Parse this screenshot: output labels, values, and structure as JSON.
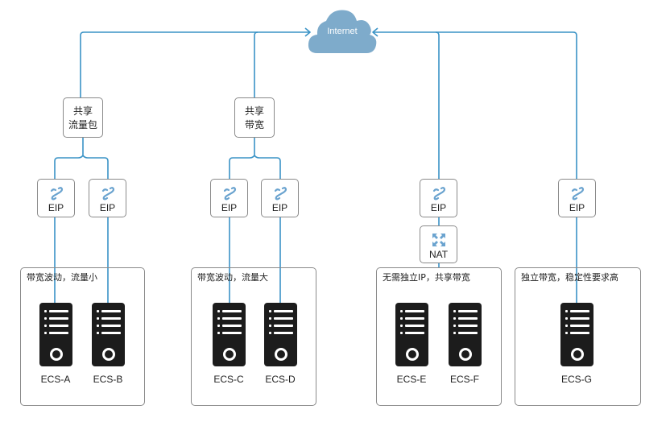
{
  "diagram": {
    "internet": {
      "label": "Internet",
      "icon": "cloud-icon",
      "color": "#7eabcb"
    },
    "wire_color": "#3a93c6",
    "branches": [
      {
        "id": "shared-package",
        "aggregator": {
          "line1": "共享",
          "line2": "流量包"
        },
        "eips": [
          {
            "label": "EIP"
          },
          {
            "label": "EIP"
          }
        ],
        "group": {
          "caption": "带宽波动，流量小",
          "servers": [
            {
              "label": "ECS-A"
            },
            {
              "label": "ECS-B"
            }
          ]
        }
      },
      {
        "id": "shared-bandwidth",
        "aggregator": {
          "line1": "共享",
          "line2": "带宽"
        },
        "eips": [
          {
            "label": "EIP"
          },
          {
            "label": "EIP"
          }
        ],
        "group": {
          "caption": "带宽波动，流量大",
          "servers": [
            {
              "label": "ECS-C"
            },
            {
              "label": "ECS-D"
            }
          ]
        }
      },
      {
        "id": "nat",
        "eips": [
          {
            "label": "EIP"
          }
        ],
        "nat": {
          "label": "NAT"
        },
        "group": {
          "caption": "无需独立IP，共享带宽",
          "servers": [
            {
              "label": "ECS-E"
            },
            {
              "label": "ECS-F"
            }
          ]
        }
      },
      {
        "id": "dedicated",
        "eips": [
          {
            "label": "EIP"
          }
        ],
        "group": {
          "caption": "独立带宽，稳定性要求高",
          "servers": [
            {
              "label": "ECS-G"
            }
          ]
        }
      }
    ]
  }
}
